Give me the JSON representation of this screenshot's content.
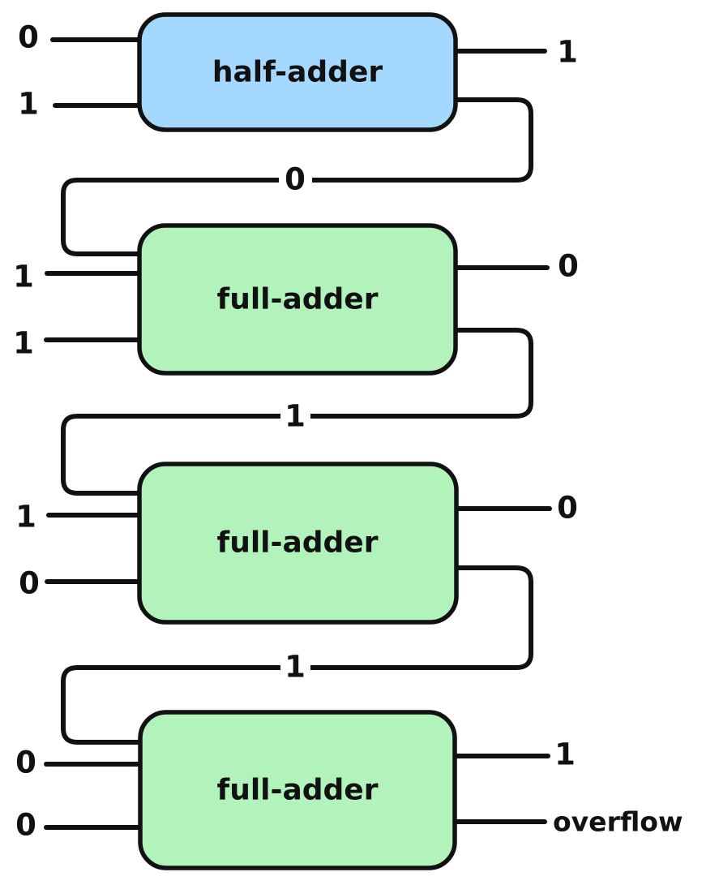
{
  "diagram_type": "ripple-carry-adder",
  "colors": {
    "half_adder_fill": "#a5d8ff",
    "full_adder_fill": "#b2f2bb",
    "wire_stroke": "#111111",
    "background": "#ffffff"
  },
  "stages": [
    {
      "label": "half-adder",
      "inputs": [
        "0",
        "1"
      ],
      "sum_output": "1",
      "carry_output": "0"
    },
    {
      "label": "full-adder",
      "inputs": [
        "1",
        "1"
      ],
      "sum_output": "0",
      "carry_output": "1"
    },
    {
      "label": "full-adder",
      "inputs": [
        "1",
        "0"
      ],
      "sum_output": "0",
      "carry_output": "1"
    },
    {
      "label": "full-adder",
      "inputs": [
        "0",
        "0"
      ],
      "sum_output": "1",
      "overflow_output": "overflow"
    }
  ]
}
